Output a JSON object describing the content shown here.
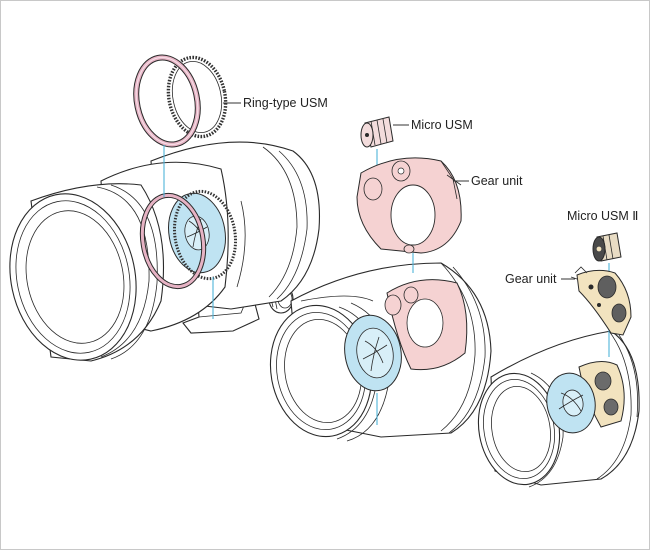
{
  "diagram": {
    "labels": {
      "ring_usm": "Ring-type USM",
      "micro_usm": "Micro USM",
      "gear_unit_1": "Gear unit",
      "micro_usm_ii": "Micro USM Ⅱ",
      "gear_unit_2": "Gear unit"
    },
    "colors": {
      "ring_pink": "#e6b3c4",
      "ring_pink_fill": "#f6dde6",
      "aperture_blue": "#bfe3f2",
      "gear_pink": "#f5d2d2",
      "gear_tan": "#f2e3bf",
      "guide_line": "#4fb3d9",
      "outline": "#2a2a2a"
    }
  }
}
